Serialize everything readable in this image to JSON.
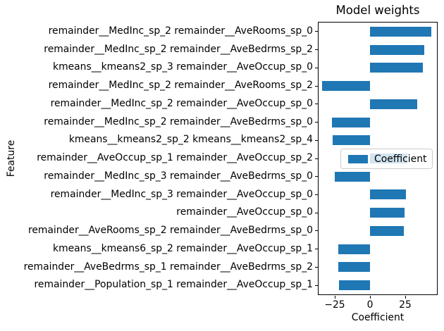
{
  "figure": {
    "background": "#ffffff"
  },
  "chart_data": {
    "type": "bar",
    "orientation": "horizontal",
    "title": "Model weights",
    "xlabel": "Coefficient",
    "ylabel": "Feature",
    "legend": {
      "label": "Coefficient",
      "position": "overlay-right-middle"
    },
    "grid": false,
    "bar_color": "#1f77b4",
    "xlim": [
      -36.5,
      47.5
    ],
    "xticks": [
      -25,
      0,
      25
    ],
    "xtick_labels": [
      "−25",
      "0",
      "25"
    ],
    "categories": [
      "remainder__MedInc_sp_2 remainder__AveRooms_sp_0",
      "remainder__MedInc_sp_2 remainder__AveBedrms_sp_2",
      "kmeans__kmeans2_sp_3 remainder__AveOccup_sp_0",
      "remainder__MedInc_sp_2 remainder__AveRooms_sp_2",
      "remainder__MedInc_sp_2 remainder__AveOccup_sp_0",
      "remainder__MedInc_sp_2 remainder__AveBedrms_sp_0",
      "kmeans__kmeans2_sp_2 kmeans__kmeans2_sp_4",
      "remainder__AveOccup_sp_1 remainder__AveOccup_sp_2",
      "remainder__MedInc_sp_3 remainder__AveBedrms_sp_0",
      "remainder__MedInc_sp_3 remainder__AveOccup_sp_0",
      "remainder__AveOccup_sp_0",
      "remainder__AveRooms_sp_2 remainder__AveBedrms_sp_0",
      "kmeans__kmeans6_sp_2 remainder__AveOccup_sp_1",
      "remainder__AveBedrms_sp_1 remainder__AveBedrms_sp_2",
      "remainder__Population_sp_1 remainder__AveOccup_sp_1"
    ],
    "values": [
      43.7,
      38.3,
      37.5,
      -33.9,
      33.4,
      -27.0,
      -26.3,
      26.5,
      -24.8,
      25.7,
      24.6,
      24.2,
      -22.5,
      -22.5,
      -22.0
    ]
  }
}
